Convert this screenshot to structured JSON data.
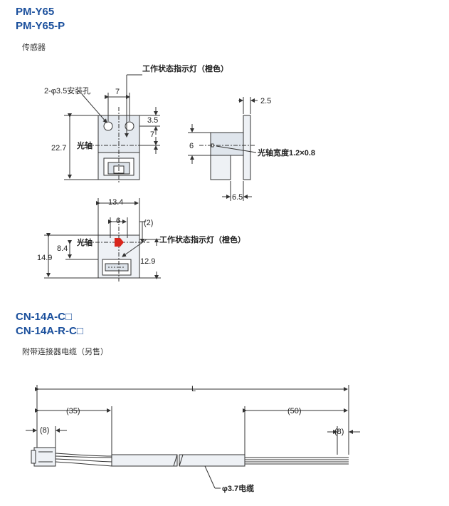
{
  "section1": {
    "title1": "PM-Y65",
    "title2": "PM-Y65-P",
    "subtitle": "传感器",
    "labels": {
      "indicator_top": "工作状态指示灯（橙色）",
      "hole": "2-φ3.5安装孔",
      "d7_top": "7",
      "d3_5": "3.5",
      "d7_right": "7",
      "d22_7": "22.7",
      "axis_left": "光轴",
      "d2_5": "2.5",
      "d6_side": "6",
      "axis_width": "光轴宽度1.2×0.8",
      "d6_5": "6.5",
      "d13_4": "13.4",
      "d6_bottom": "6",
      "d2_paren": "(2)",
      "axis_left2": "光轴",
      "indicator_bottom": "工作状态指示灯（橙色）",
      "d8_4": "8.4",
      "d14_9": "14.9",
      "d12_9": "12.9"
    }
  },
  "section2": {
    "title1": "CN-14A-C□",
    "title2": "CN-14A-R-C□",
    "subtitle": "附带连接器电缆（另售）",
    "labels": {
      "L": "L",
      "d35": "(35)",
      "d50": "(50)",
      "d8_left": "(8)",
      "d8_right": "(8)",
      "cable": "φ3.7电缆"
    }
  },
  "colors": {
    "title": "#1a4f9c",
    "indicator": "#d9261c",
    "body_fill": "#eef1f5",
    "line": "#333333"
  }
}
